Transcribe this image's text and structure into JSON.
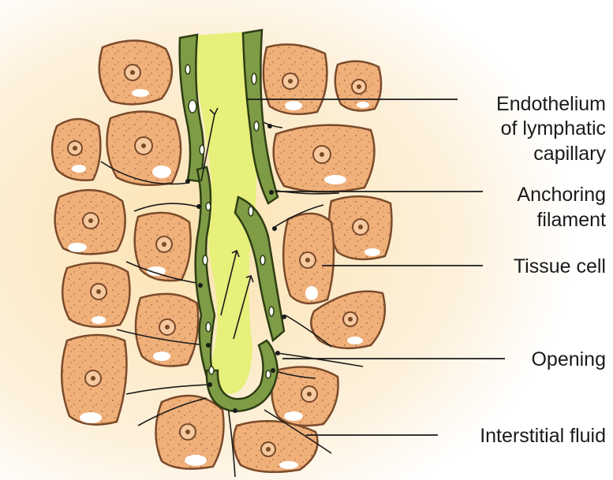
{
  "labels": {
    "endothelium": [
      "Endothelium",
      "of lymphatic",
      "capillary"
    ],
    "anchoring": [
      "Anchoring",
      "filament"
    ],
    "tissue_cell": "Tissue cell",
    "opening": "Opening",
    "interstitial_fluid": "Interstitial fluid"
  },
  "colors": {
    "background_glow": "#fbe9c4",
    "cell_fill": "#f0b07a",
    "cell_stroke": "#7a4a2a",
    "nucleus_fill": "#f7c9a0",
    "wall_fill": "#7e9c45",
    "wall_stroke": "#2e3d14",
    "lumen_fill": "#e6f07a",
    "line_color": "#1a1a1a"
  }
}
